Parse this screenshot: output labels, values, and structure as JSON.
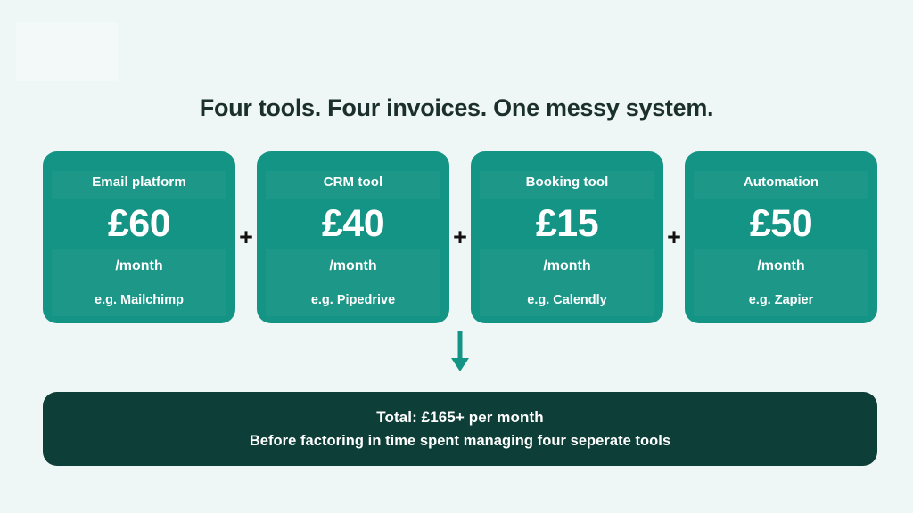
{
  "background_color": "#eef7f5",
  "title": "Four tools. Four invoices. One messy system.",
  "separator": "+",
  "colors": {
    "card": "#149484",
    "total_bar": "#0d3f38",
    "arrow": "#149484",
    "title_text": "#1b302c",
    "plus": "#14120f"
  },
  "cards": [
    {
      "label": "Email platform",
      "price": "£60",
      "period": "/month",
      "example": "e.g. Mailchimp"
    },
    {
      "label": "CRM tool",
      "price": "£40",
      "period": "/month",
      "example": "e.g. Pipedrive"
    },
    {
      "label": "Booking tool",
      "price": "£15",
      "period": "/month",
      "example": "e.g. Calendly"
    },
    {
      "label": "Automation",
      "price": "£50",
      "period": "/month",
      "example": "e.g. Zapier"
    }
  ],
  "arrow": {
    "icon": "arrow-down-icon",
    "direction": "down"
  },
  "total": {
    "line1": "Total: £165+ per month",
    "line2": "Before factoring in time spent managing four seperate tools"
  }
}
